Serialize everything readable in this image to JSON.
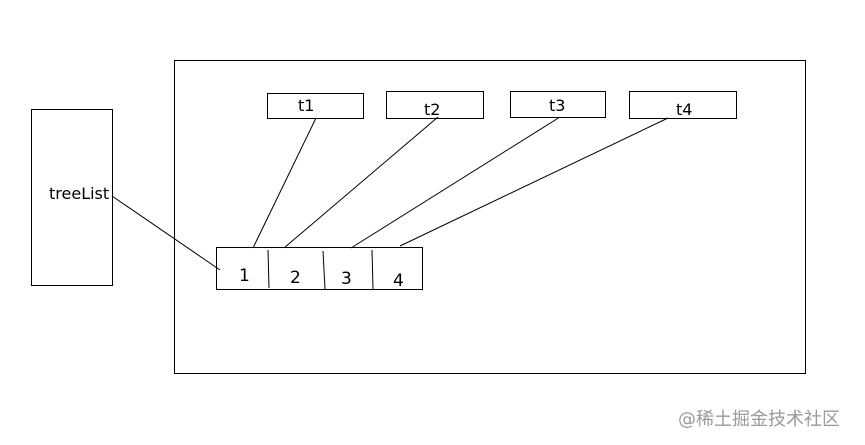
{
  "tree_panel": {
    "label": "treeList"
  },
  "tabs": [
    {
      "label": "1"
    },
    {
      "label": "2"
    },
    {
      "label": "3"
    },
    {
      "label": "4"
    }
  ],
  "panels": [
    {
      "label": "t1"
    },
    {
      "label": "t2"
    },
    {
      "label": "t3"
    },
    {
      "label": "t4"
    }
  ],
  "watermark": {
    "text": "@稀土掘金技术社区"
  },
  "colors": {
    "stroke": "#000000",
    "background": "#ffffff",
    "watermark": "#9a9a9a"
  }
}
